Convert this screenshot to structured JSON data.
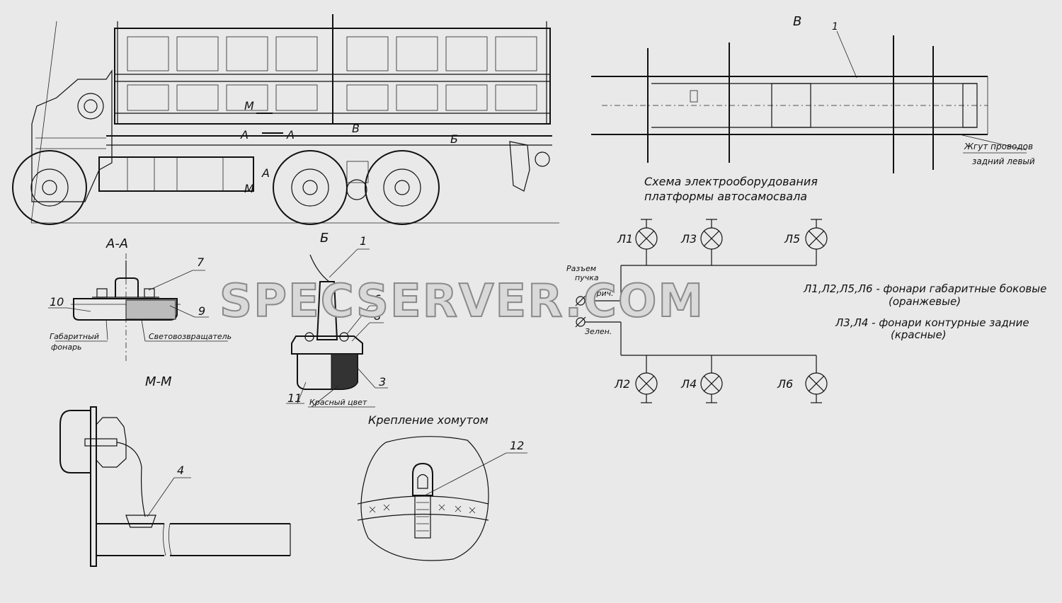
{
  "watermark": "SPECSERVER.COM",
  "truck_view": {
    "section_marks": [
      "М",
      "М",
      "А",
      "А",
      "А",
      "В",
      "Б"
    ]
  },
  "view_v": {
    "label": "В",
    "callout": "1",
    "harness_label_1": "Жгут проводов",
    "harness_label_2": "задний левый"
  },
  "schema": {
    "title_line1": "Схема электрооборудования",
    "title_line2": "платформы автосамосвала",
    "lamps_top": [
      "Л1",
      "Л3",
      "Л5"
    ],
    "lamps_bottom": [
      "Л2",
      "Л4",
      "Л6"
    ],
    "connector_label_1": "Разъем",
    "connector_label_2": "пучка",
    "wire_brown": "Корич.",
    "wire_green": "Зелен.",
    "legend_1_line1": "Л1,Л2,Л5,Л6 - фонари габаритные боковые",
    "legend_1_line2": "(оранжевые)",
    "legend_2_line1": "Л3,Л4 - фонари контурные задние",
    "legend_2_line2": "(красные)"
  },
  "section_aa": {
    "title": "А-А",
    "callout_7": "7",
    "callout_10": "10",
    "callout_9": "9",
    "lamp_label_1": "Габаритный",
    "lamp_label_2": "фонарь",
    "reflector_label": "Световозвращатель"
  },
  "view_b": {
    "title": "Б",
    "callout_1": "1",
    "callout_6": "6",
    "callout_8": "8",
    "callout_3": "3",
    "callout_11": "11",
    "color_label": "Красный цвет"
  },
  "section_mm": {
    "title": "М-М",
    "callout_4": "4"
  },
  "clamp": {
    "title": "Крепление хомутом",
    "callout_12": "12"
  }
}
